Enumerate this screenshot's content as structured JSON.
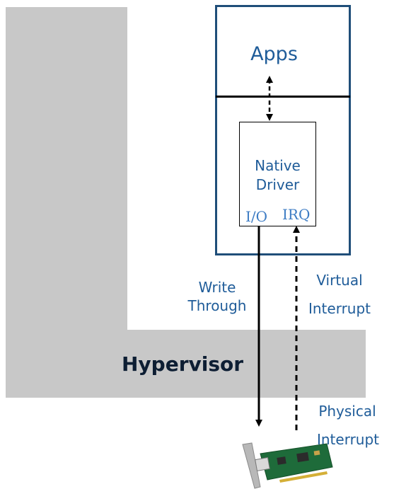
{
  "diagram": {
    "apps_label": "Apps",
    "driver_label_line1": "Native",
    "driver_label_line2": "Driver",
    "io_port_label": "I/O",
    "irq_port_label": "IRQ",
    "write_through_line1": "Write",
    "write_through_line2": "Through",
    "virtual_interrupt_line1": "Virtual",
    "virtual_interrupt_line2": "Interrupt",
    "hypervisor_label": "Hypervisor",
    "physical_interrupt_line1": "Physical",
    "physical_interrupt_line2": "Interrupt",
    "device_icon": "network-card-icon",
    "colors": {
      "frame_border": "#1f4e79",
      "text_blue": "#1f5c99",
      "port_blue": "#3d7cc4",
      "hypervisor_gray": "#c8c8c8",
      "hypervisor_text": "#0d1e33",
      "card_green": "#1e6b3a"
    }
  }
}
